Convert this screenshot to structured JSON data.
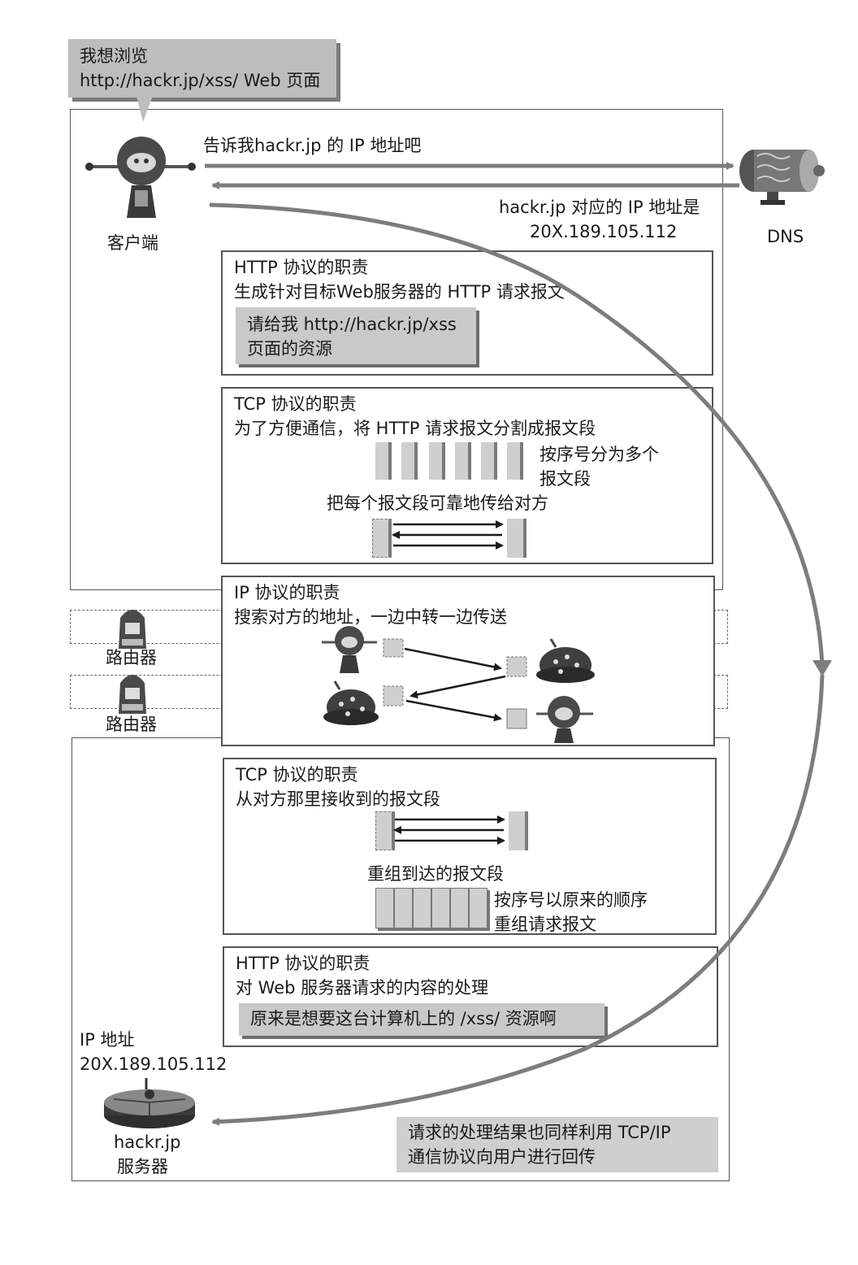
{
  "speech": {
    "line1": "我想浏览",
    "line2": "http://hackr.jp/xss/ Web 页面"
  },
  "client": {
    "label": "客户端"
  },
  "dns": {
    "label": "DNS",
    "query": "告诉我hackr.jp 的 IP 地址吧",
    "answer_line1": "hackr.jp 对应的 IP 地址是",
    "answer_line2": "20X.189.105.112"
  },
  "http_client": {
    "title": "HTTP 协议的职责",
    "desc": "生成针对目标Web服务器的 HTTP 请求报文",
    "tag_line1": "请给我 http://hackr.jp/xss",
    "tag_line2": "页面的资源"
  },
  "tcp_client": {
    "title": "TCP 协议的职责",
    "desc": "为了方便通信，将 HTTP 请求报文分割成报文段",
    "note_line1": "按序号分为多个",
    "note_line2": "报文段",
    "reliable": "把每个报文段可靠地传给对方"
  },
  "ip": {
    "title": "IP 协议的职责",
    "desc": "搜索对方的地址，一边中转一边传送"
  },
  "routers": [
    {
      "label": "路由器"
    },
    {
      "label": "路由器"
    }
  ],
  "tcp_server": {
    "title": "TCP 协议的职责",
    "desc": "从对方那里接收到的报文段",
    "reassemble": "重组到达的报文段",
    "note_line1": "按序号以原来的顺序",
    "note_line2": "重组请求报文"
  },
  "http_server": {
    "title": "HTTP 协议的职责",
    "desc": "对 Web 服务器请求的内容的处理",
    "tag": "原来是想要这台计算机上的 /xss/ 资源啊"
  },
  "server": {
    "ip_label": "IP 地址",
    "ip_value": "20X.189.105.112",
    "name_line1": "hackr.jp",
    "name_line2": "服务器"
  },
  "result": {
    "line1": "请求的处理结果也同样利用 TCP/IP",
    "line2": "通信协议向用户进行回传"
  },
  "colors": {
    "arrow": "#7d7d7d",
    "tag": "#c9c9c9",
    "border": "#555555"
  }
}
